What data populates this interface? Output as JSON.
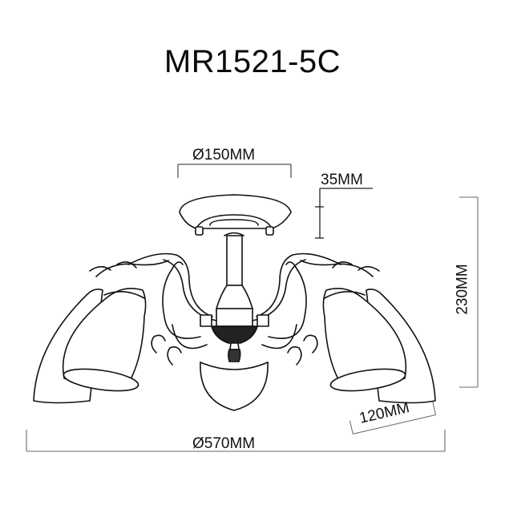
{
  "title": "MR1521-5C",
  "dimensions": {
    "canopy_diameter": "Ø150MM",
    "canopy_height": "35MM",
    "total_height": "230MM",
    "shade_length": "120MM",
    "total_diameter": "Ø570MM"
  },
  "drawing": {
    "subject": "5-arm ceiling chandelier with glass shades",
    "line_color": "#111111",
    "dimension_line_color": "#555555"
  }
}
